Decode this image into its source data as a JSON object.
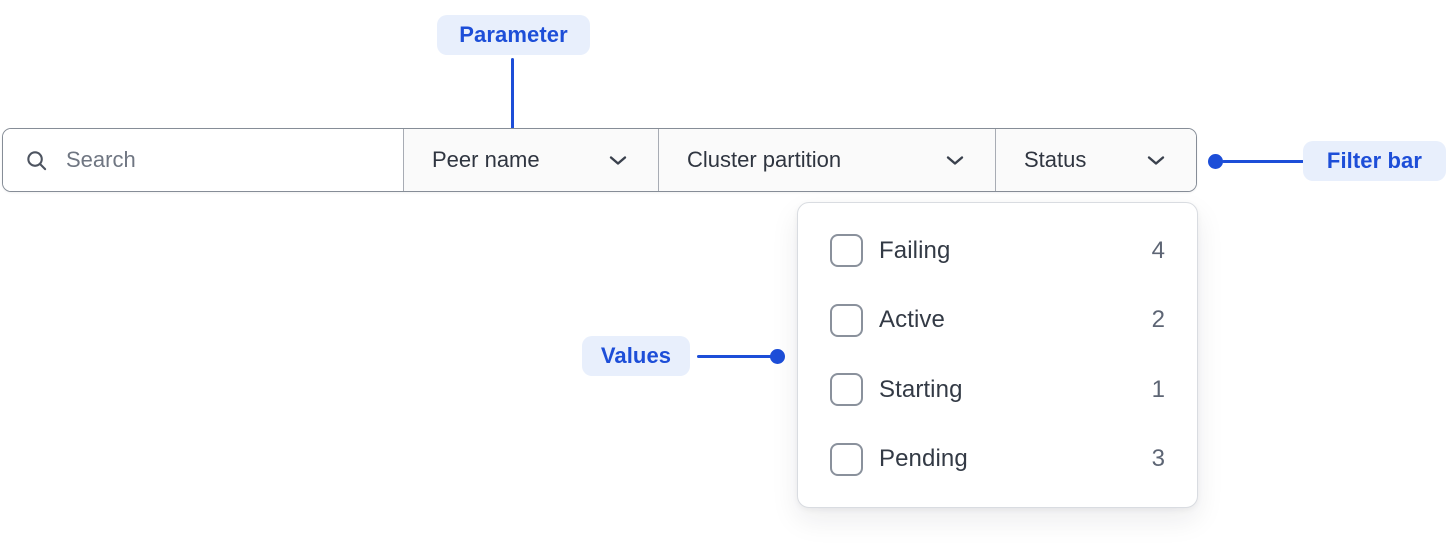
{
  "accent": {
    "blue": "#1d4ed8",
    "pill_background": "#e8effc"
  },
  "annotations": {
    "parameter_label": "Parameter",
    "filter_bar_label": "Filter bar",
    "values_label": "Values"
  },
  "filter_bar": {
    "search": {
      "placeholder": "Search",
      "value": "",
      "icon": "magnifier-icon"
    },
    "dropdowns": [
      {
        "label": "Peer name",
        "icon": "chevron-down-icon"
      },
      {
        "label": "Cluster partition",
        "icon": "chevron-down-icon"
      },
      {
        "label": "Status",
        "icon": "chevron-down-icon"
      }
    ]
  },
  "status_dropdown": {
    "items": [
      {
        "label": "Failing",
        "count": "4",
        "checked": false
      },
      {
        "label": "Active",
        "count": "2",
        "checked": false
      },
      {
        "label": "Starting",
        "count": "1",
        "checked": false
      },
      {
        "label": "Pending",
        "count": "3",
        "checked": false
      }
    ]
  }
}
